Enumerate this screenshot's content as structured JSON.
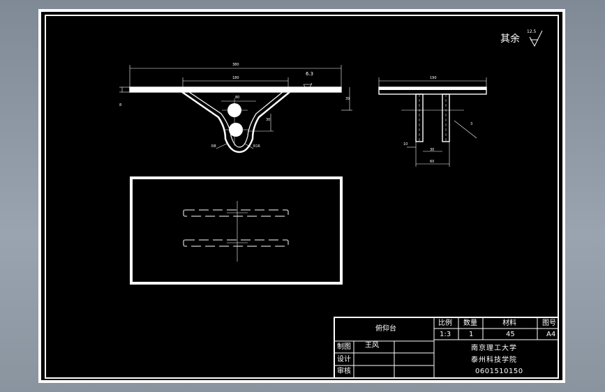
{
  "roughness_note": {
    "label": "其余",
    "value": "12.5"
  },
  "front_view": {
    "dims": [
      "380",
      "180",
      "80",
      "6.3",
      "8",
      "39",
      "30",
      "R8",
      "R16"
    ]
  },
  "side_view": {
    "dims": [
      "190",
      "10",
      "30",
      "60",
      "3"
    ]
  },
  "title_block": {
    "part_name": "俯仰台",
    "headers": {
      "scale": "比例",
      "quantity": "数量",
      "material": "材料",
      "drawing_no": "图号"
    },
    "values": {
      "scale": "1:3",
      "quantity": "1",
      "material": "45",
      "drawing_no": "A4"
    },
    "rows": [
      {
        "role": "制图",
        "name": "王风"
      },
      {
        "role": "设计",
        "name": ""
      },
      {
        "role": "审核",
        "name": ""
      }
    ],
    "school_line1": "南京理工大学",
    "school_line2": "泰州科技学院",
    "student_id": "0601510150"
  }
}
